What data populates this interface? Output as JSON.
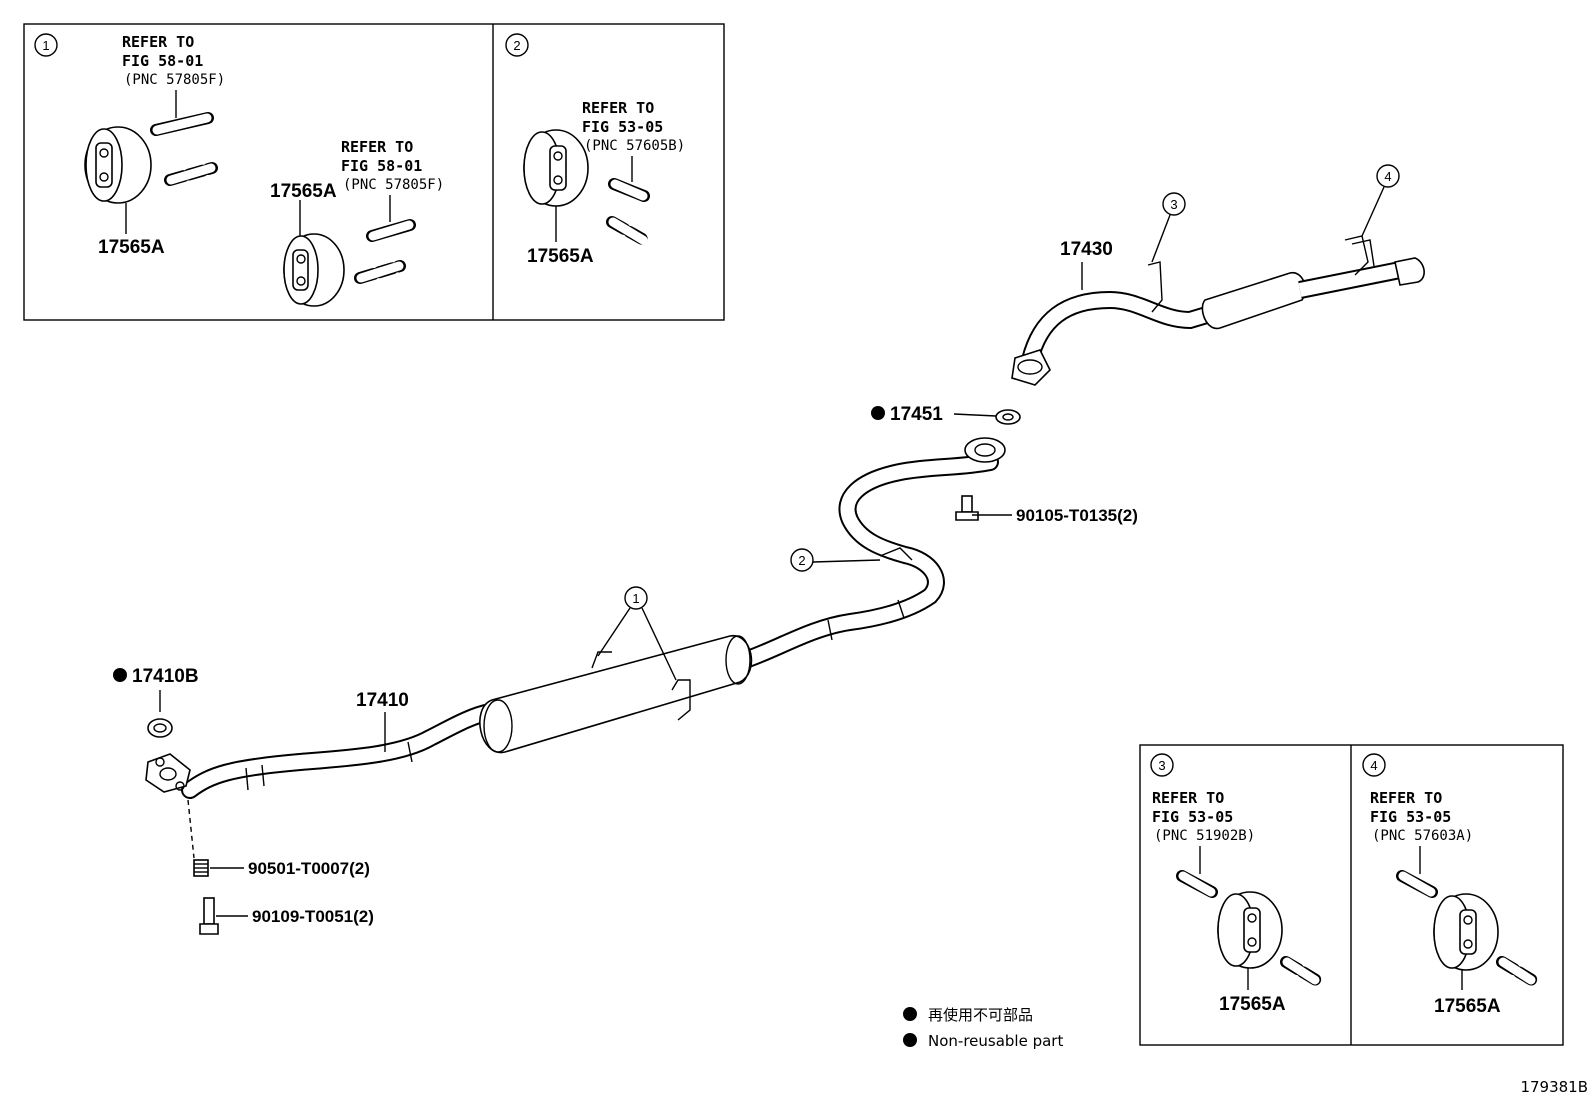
{
  "diagram_id": "179381B",
  "legend": {
    "line_ja": "再使用不可部品",
    "line_en": "Non-reusable part"
  },
  "insets": [
    {
      "number": "1",
      "refs": [
        {
          "refer": "REFER TO",
          "fig": "FIG 58-01",
          "pnc": "(PNC 57805F)"
        },
        {
          "refer": "REFER TO",
          "fig": "FIG 58-01",
          "pnc": "(PNC 57805F)"
        }
      ],
      "parts": [
        "17565A",
        "17565A"
      ]
    },
    {
      "number": "2",
      "refs": [
        {
          "refer": "REFER TO",
          "fig": "FIG 53-05",
          "pnc": "(PNC 57605B)"
        }
      ],
      "parts": [
        "17565A"
      ]
    },
    {
      "number": "3",
      "refs": [
        {
          "refer": "REFER TO",
          "fig": "FIG 53-05",
          "pnc": "(PNC 51902B)"
        }
      ],
      "parts": [
        "17565A"
      ]
    },
    {
      "number": "4",
      "refs": [
        {
          "refer": "REFER TO",
          "fig": "FIG 53-05",
          "pnc": "(PNC 57603A)"
        }
      ],
      "parts": [
        "17565A"
      ]
    }
  ],
  "callouts": {
    "p17430": "17430",
    "p17451": "17451",
    "p90105": "90105-T0135(2)",
    "p17410b": "17410B",
    "p17410": "17410",
    "p90501": "90501-T0007(2)",
    "p90109": "90109-T0051(2)",
    "c1": "1",
    "c2": "2",
    "c3": "3",
    "c4": "4"
  }
}
